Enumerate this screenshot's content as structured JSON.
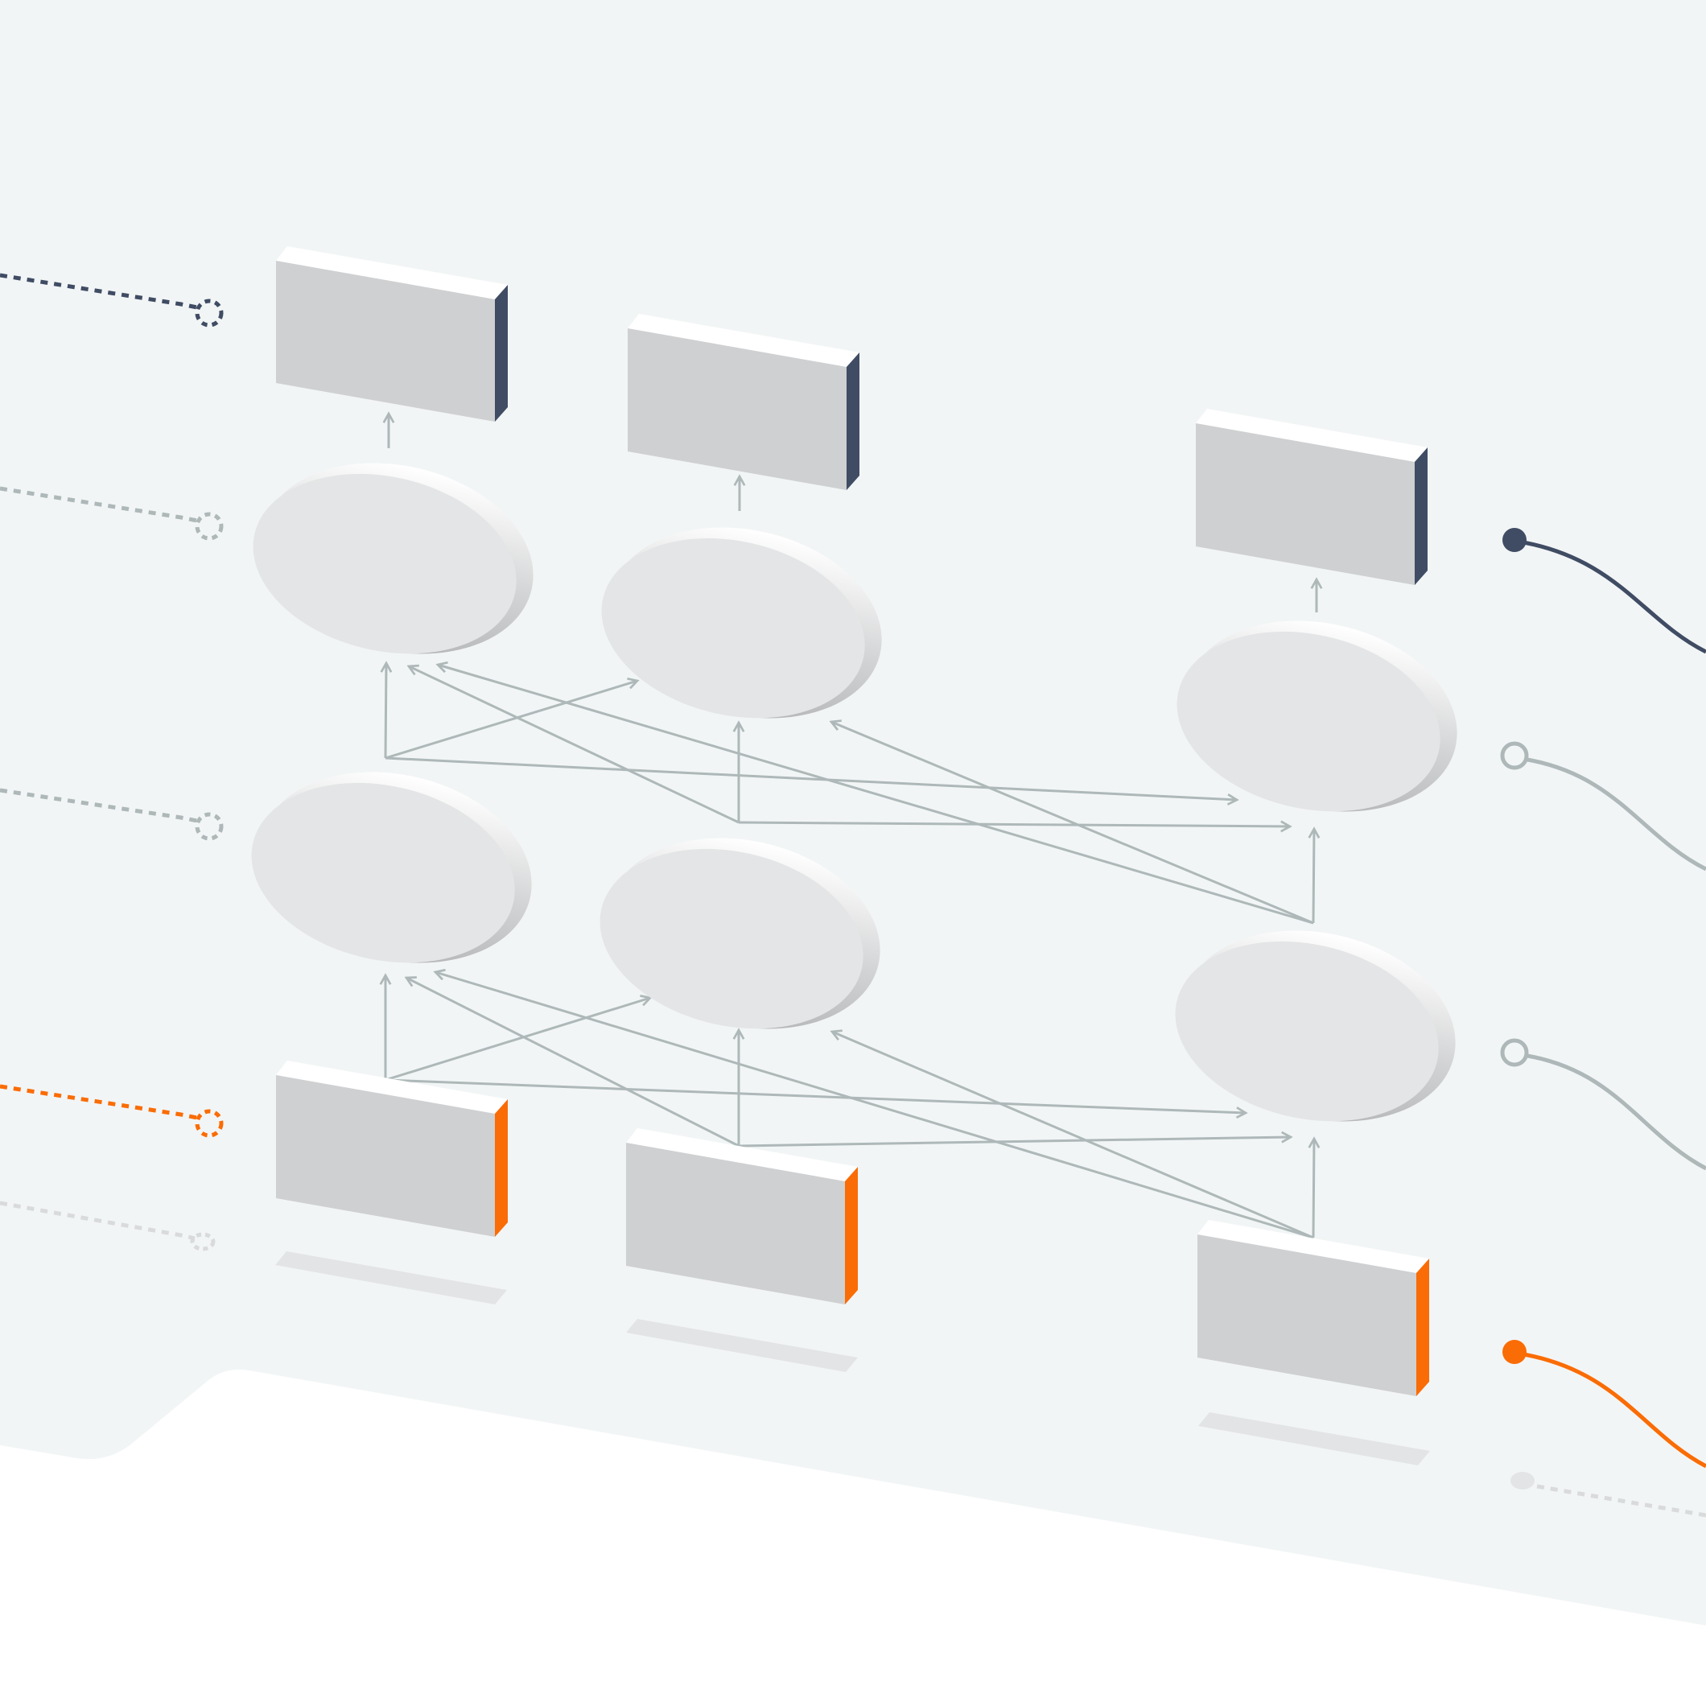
{
  "colors": {
    "panel": "#f2f5f6",
    "box_face": "#cfd0d2",
    "box_top": "#ffffff",
    "output_accent": "#3f4c63",
    "input_accent": "#fa6c05",
    "node_face": "#e4e5e6",
    "node_rim": "#b8b9ba",
    "arrow": "#aeb8b8",
    "inactive": "#d9dadb"
  },
  "diagram": {
    "description_hidden": "",
    "columns": 3,
    "outputs": [
      {
        "column": 1,
        "accent": "output"
      },
      {
        "column": 2,
        "accent": "output"
      },
      {
        "column": 3,
        "accent": "output"
      }
    ],
    "hidden_layers": 2,
    "inputs": [
      {
        "column": 1,
        "accent": "input"
      },
      {
        "column": 2,
        "accent": "input"
      },
      {
        "column": 3,
        "accent": "input"
      }
    ],
    "left_connectors": [
      {
        "style": "dotted",
        "color": "output"
      },
      {
        "style": "dotted",
        "color": "arrow"
      },
      {
        "style": "dotted",
        "color": "arrow"
      },
      {
        "style": "dotted",
        "color": "input"
      },
      {
        "style": "dotted",
        "color": "inactive"
      }
    ],
    "right_connectors": [
      {
        "marker": "filled",
        "color": "output"
      },
      {
        "marker": "hollow",
        "color": "arrow"
      },
      {
        "marker": "hollow",
        "color": "arrow"
      },
      {
        "marker": "filled",
        "color": "input"
      },
      {
        "marker": "faded",
        "color": "inactive"
      }
    ]
  }
}
